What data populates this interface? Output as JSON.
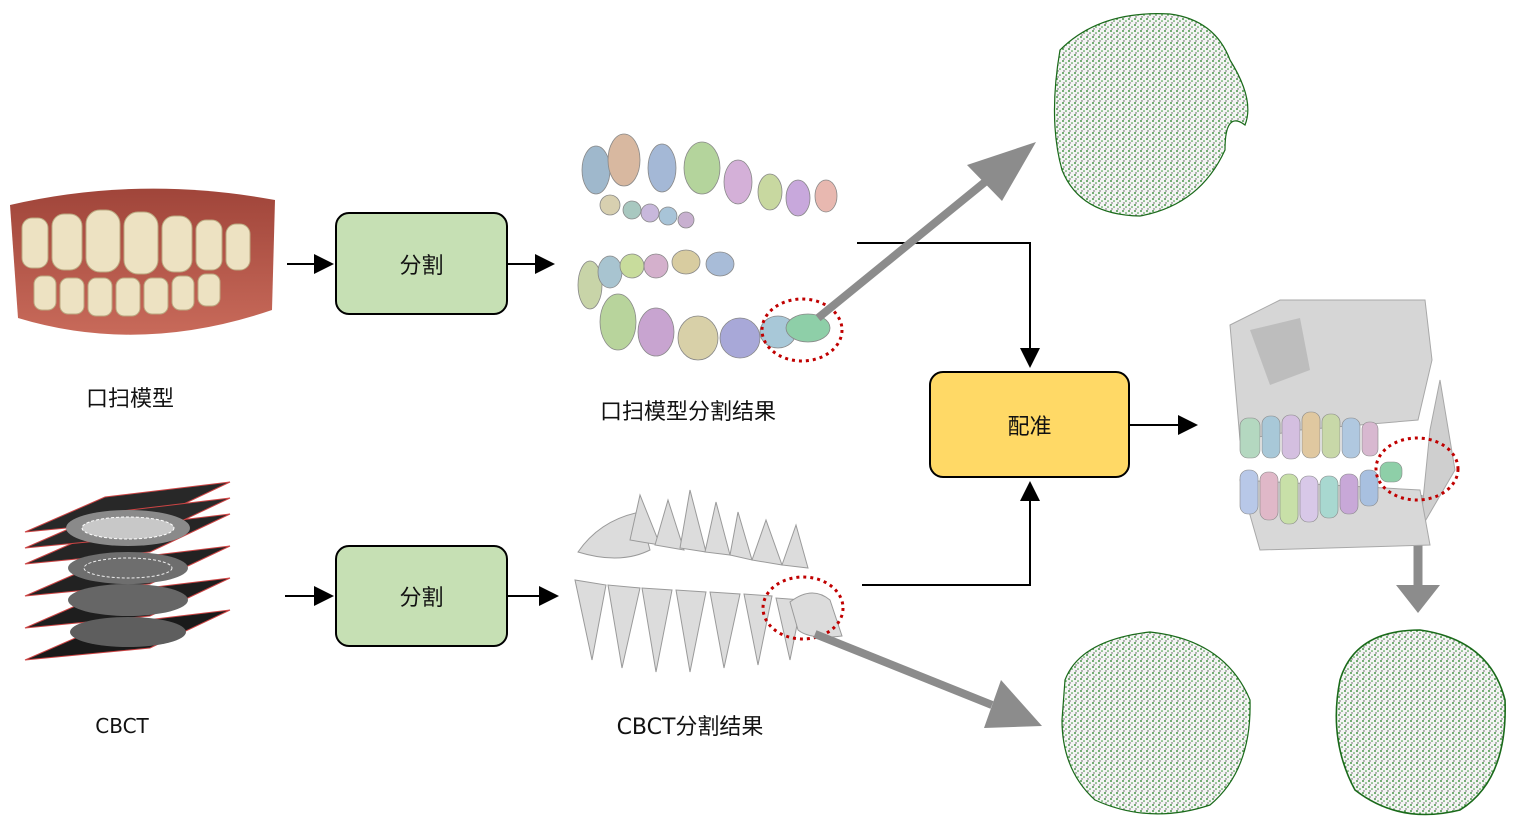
{
  "labels": {
    "intraoral_model": "口扫模型",
    "intraoral_seg_result": "口扫模型分割结果",
    "cbct": "CBCT",
    "cbct_seg_result": "CBCT分割结果"
  },
  "boxes": {
    "segment_top": "分割",
    "segment_bottom": "分割",
    "registration": "配准"
  },
  "colors": {
    "segment_box": "#c6e0b4",
    "registration_box": "#ffd966",
    "highlight_circle": "#c00000",
    "big_arrow": "#8c8c8c",
    "mesh_point": "#1a7a1a"
  },
  "icons": [
    "intraoral-scan-model-image",
    "cbct-slice-stack-image",
    "segmented-intraoral-teeth-image",
    "segmented-cbct-teeth-image",
    "fused-registration-model-image",
    "tooth-pointcloud-intraoral",
    "tooth-pointcloud-cbct",
    "tooth-pointcloud-registered"
  ]
}
